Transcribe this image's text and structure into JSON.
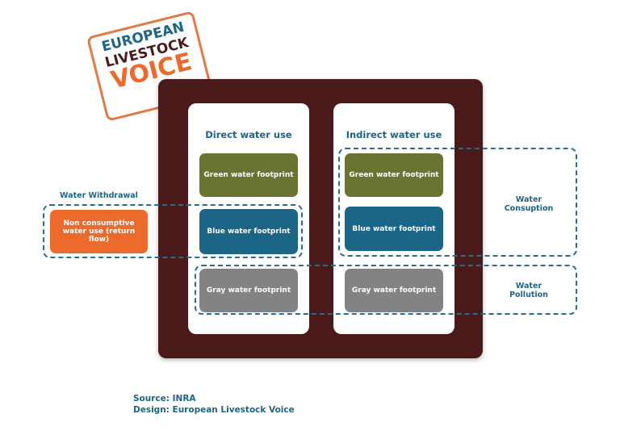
{
  "logo": {
    "line1": "EUROPEAN",
    "line2": "LIVESTOCK",
    "line3": "VOICE"
  },
  "columns": [
    {
      "title": "Direct water use",
      "boxes": [
        "Green water footprint",
        "Blue water footprint",
        "Gray water footprint"
      ]
    },
    {
      "title": "Indirect water use",
      "boxes": [
        "Green water footprint",
        "Blue water footprint",
        "Gray water footprint"
      ]
    }
  ],
  "withdrawal": {
    "label": "Water Withdrawal",
    "box": "Non consumptive water use (return flow)"
  },
  "consumption": {
    "label_line1": "Water",
    "label_line2": "Consuption"
  },
  "pollution": {
    "label_line1": "Water",
    "label_line2": "Pollution"
  },
  "footer": {
    "source": "Source: INRA",
    "design": "Design: European Livestock Voice"
  },
  "colors": {
    "panel": "#4a1a1a",
    "green": "#6b7331",
    "blue": "#1b6586",
    "gray": "#838386",
    "orange": "#ec6a2b",
    "text": "#1e6584"
  }
}
